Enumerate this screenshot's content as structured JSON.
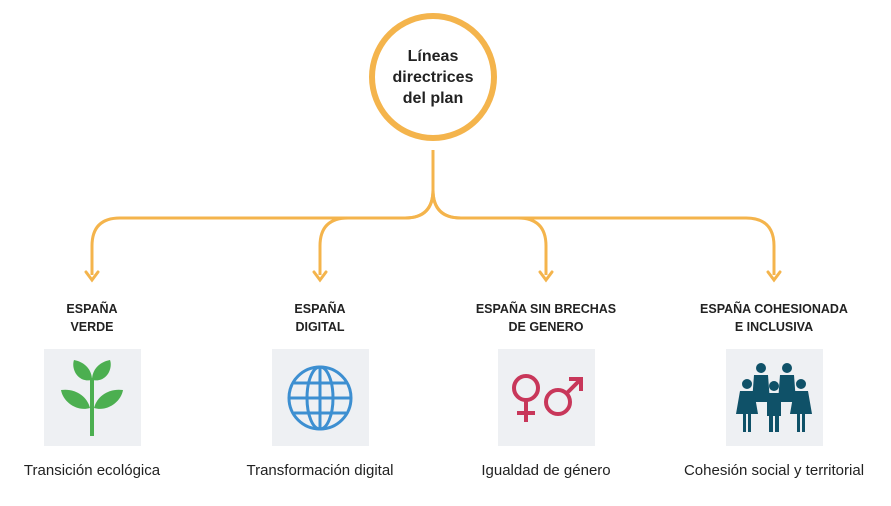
{
  "center": {
    "title": "Líneas directrices del plan"
  },
  "branches": [
    {
      "heading_1": "ESPAÑA",
      "heading_2": "VERDE",
      "caption": "Transición ecológica",
      "icon": "plant-icon"
    },
    {
      "heading_1": "ESPAÑA",
      "heading_2": "DIGITAL",
      "caption": "Transformación digital",
      "icon": "globe-icon"
    },
    {
      "heading_1": "ESPAÑA SIN BRECHAS",
      "heading_2": "DE GENERO",
      "caption": "Igualdad de género",
      "icon": "gender-symbols-icon"
    },
    {
      "heading_1": "ESPAÑA COHESIONADA",
      "heading_2": "E INCLUSIVA",
      "caption": "Cohesión social y territorial",
      "icon": "people-group-icon"
    }
  ],
  "colors": {
    "accent": "#f4b44c",
    "green": "#4caf50",
    "blue": "#3d8fd1",
    "red": "#c8375a",
    "teal": "#0f5168",
    "box": "#eef0f3"
  }
}
